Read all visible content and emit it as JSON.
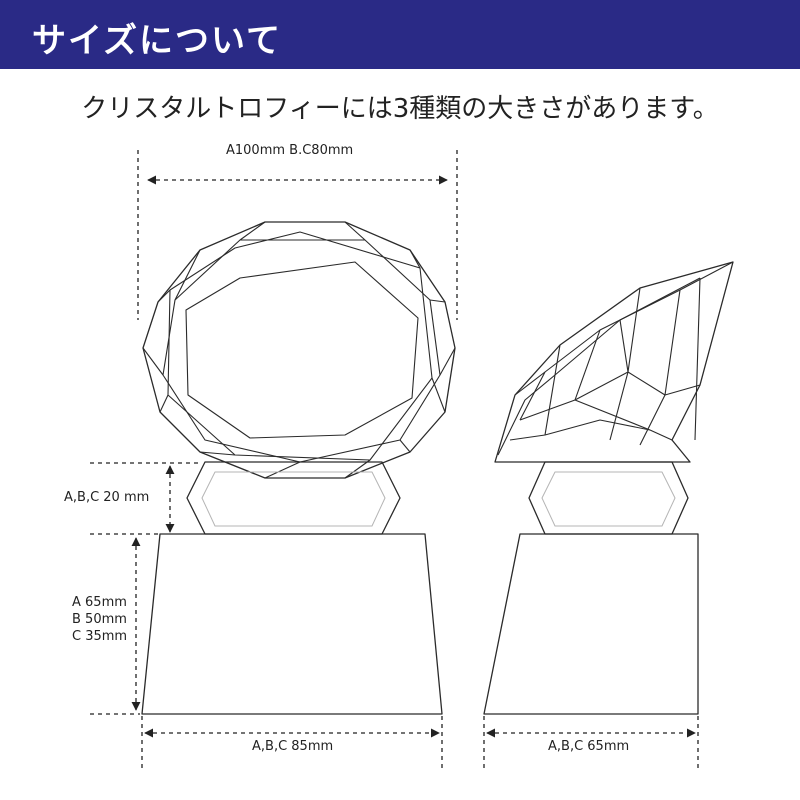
{
  "header": {
    "title": "サイズについて"
  },
  "subtitle": "クリスタルトロフィーには3種類の大きさがあります。",
  "dimensions": {
    "top_width": "A100mm B.C80mm",
    "neck_height": "A,B,C  20 mm",
    "base_height_lines": [
      "A 65mm",
      "B 50mm",
      "C 35mm"
    ],
    "front_base_width": "A,B,C  85mm",
    "side_base_width": "A,B,C  65mm"
  },
  "colors": {
    "header_bg": "#2a2a86",
    "header_text": "#ffffff",
    "line": "#2b2b2b"
  }
}
